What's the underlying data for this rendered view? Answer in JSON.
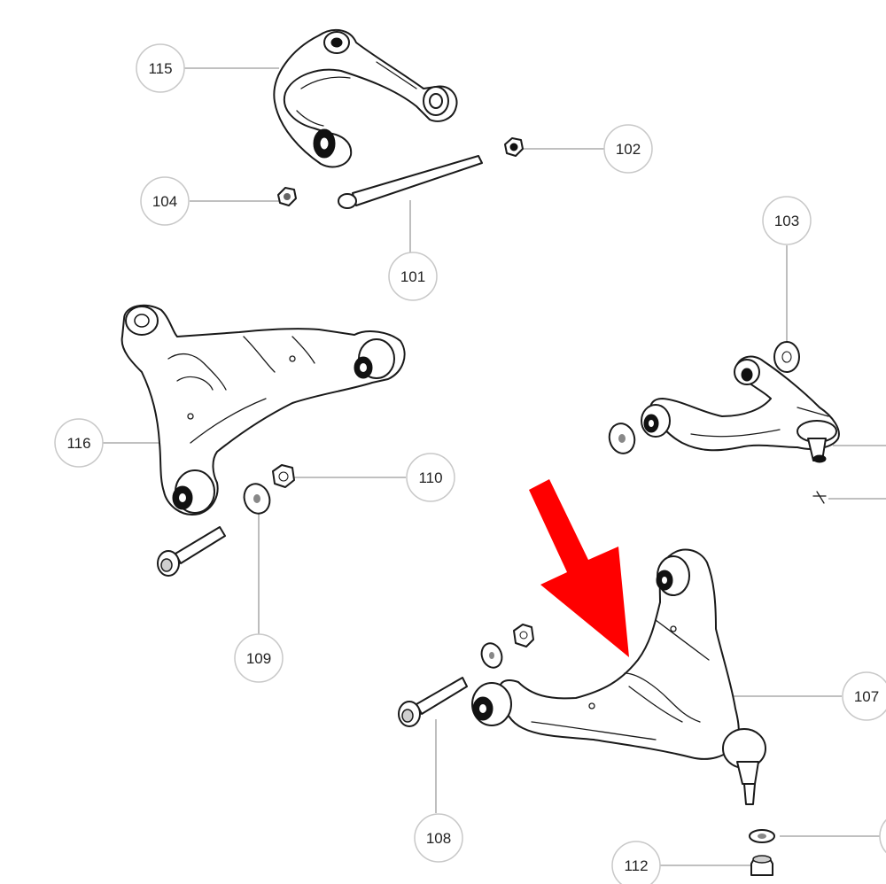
{
  "diagram": {
    "callouts": [
      {
        "id": "c115",
        "label": "115"
      },
      {
        "id": "c102",
        "label": "102"
      },
      {
        "id": "c104",
        "label": "104"
      },
      {
        "id": "c101",
        "label": "101"
      },
      {
        "id": "c103",
        "label": "103"
      },
      {
        "id": "c116",
        "label": "116"
      },
      {
        "id": "c110",
        "label": "110"
      },
      {
        "id": "c109",
        "label": "109"
      },
      {
        "id": "c107",
        "label": "107"
      },
      {
        "id": "c108",
        "label": "108"
      },
      {
        "id": "c112",
        "label": "112"
      }
    ],
    "arrow_color": "#ff0000"
  }
}
